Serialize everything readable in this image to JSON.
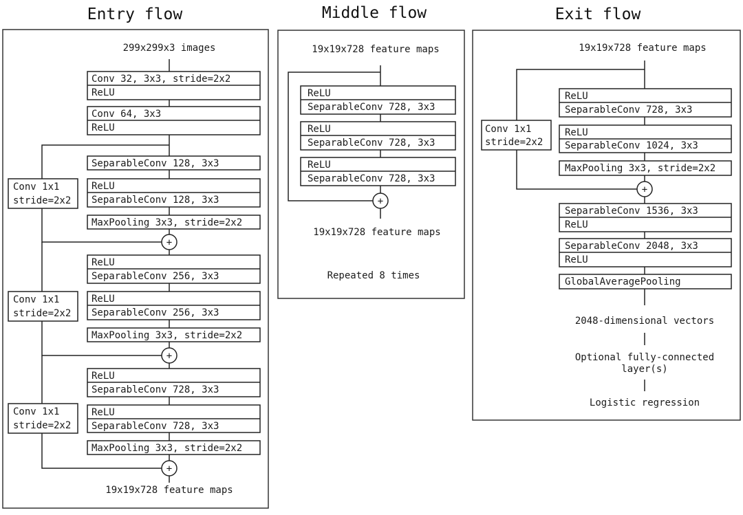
{
  "entry": {
    "title": "Entry flow",
    "input": "299x299x3 images",
    "b1": [
      "Conv 32, 3x3, stride=2x2",
      "ReLU"
    ],
    "b2": [
      "Conv 64, 3x3",
      "ReLU"
    ],
    "m1": {
      "skip": [
        "Conv 1x1",
        "stride=2x2"
      ],
      "r1": "SeparableConv 128, 3x3",
      "r2": [
        "ReLU",
        "SeparableConv 128, 3x3"
      ],
      "pool": "MaxPooling 3x3, stride=2x2"
    },
    "m2": {
      "skip": [
        "Conv 1x1",
        "stride=2x2"
      ],
      "r1": [
        "ReLU",
        "SeparableConv 256, 3x3"
      ],
      "r2": [
        "ReLU",
        "SeparableConv 256, 3x3"
      ],
      "pool": "MaxPooling 3x3, stride=2x2"
    },
    "m3": {
      "skip": [
        "Conv 1x1",
        "stride=2x2"
      ],
      "r1": [
        "ReLU",
        "SeparableConv 728, 3x3"
      ],
      "r2": [
        "ReLU",
        "SeparableConv 728, 3x3"
      ],
      "pool": "MaxPooling 3x3, stride=2x2"
    },
    "output": "19x19x728 feature maps"
  },
  "middle": {
    "title": "Middle flow",
    "input": "19x19x728 feature maps",
    "units": [
      [
        "ReLU",
        "SeparableConv 728, 3x3"
      ],
      [
        "ReLU",
        "SeparableConv 728, 3x3"
      ],
      [
        "ReLU",
        "SeparableConv 728, 3x3"
      ]
    ],
    "output": "19x19x728 feature maps",
    "repeat": "Repeated 8 times"
  },
  "exit": {
    "title": "Exit flow",
    "input": "19x19x728 feature maps",
    "skip": [
      "Conv 1x1",
      "stride=2x2"
    ],
    "r1": [
      "ReLU",
      "SeparableConv 728, 3x3"
    ],
    "r2": [
      "ReLU",
      "SeparableConv 1024, 3x3"
    ],
    "pool": "MaxPooling 3x3, stride=2x2",
    "c1": [
      "SeparableConv 1536, 3x3",
      "ReLU"
    ],
    "c2": [
      "SeparableConv 2048, 3x3",
      "ReLU"
    ],
    "gap": "GlobalAveragePooling",
    "vec": "2048-dimensional vectors",
    "fc": [
      "Optional fully-connected",
      "layer(s)"
    ],
    "out": "Logistic regression"
  },
  "add_symbol": "+"
}
